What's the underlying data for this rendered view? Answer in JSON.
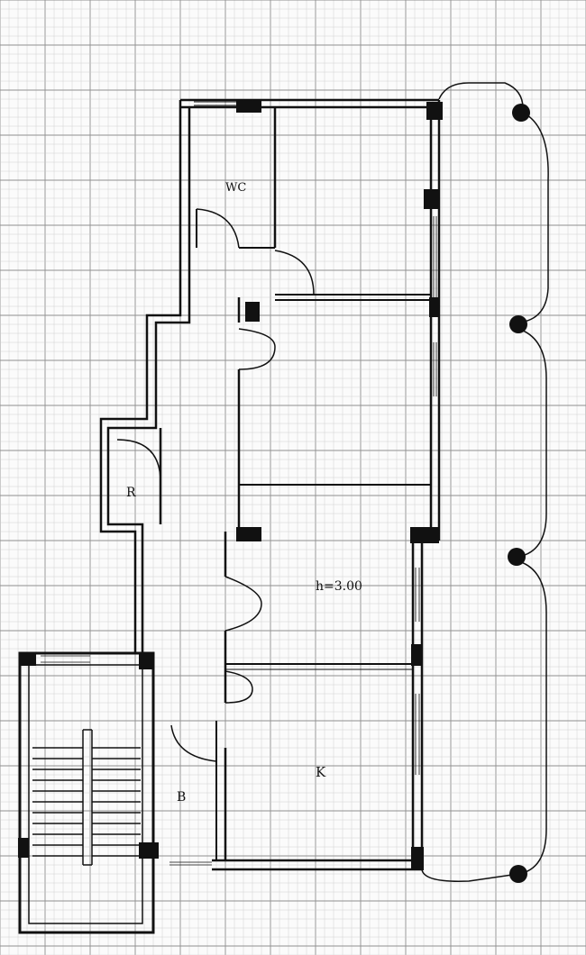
{
  "colors": {
    "paper": "#fbfbfb",
    "grid_minor": "#c9c9c9",
    "grid_major": "#8f8f8f",
    "wall": "#111111"
  },
  "plan": {
    "labels": {
      "wc": "WC",
      "r": "R",
      "height": "h=3.00",
      "b": "B",
      "k": "K"
    }
  }
}
